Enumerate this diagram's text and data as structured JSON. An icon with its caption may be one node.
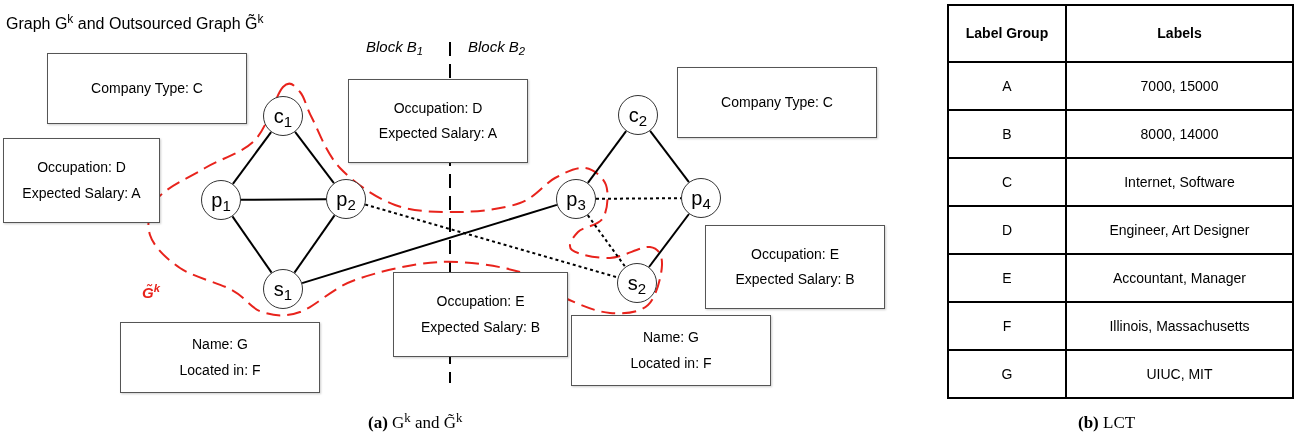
{
  "diagram": {
    "title": "Graph G$^{k}$ and Outsourced Graph G̃$^{k}$",
    "nodes": [
      {
        "text": [
          "Company Type: C"
        ]
      },
      {
        "text": [
          "Occupation: D",
          "Expected Salary: A"
        ]
      },
      {
        "text": [
          "c$_{1}$"
        ]
      },
      {
        "text": [
          "p$_{1}$"
        ]
      },
      {
        "text": [
          "p$_{2}$"
        ]
      },
      {
        "text": [
          "s$_{1}$"
        ]
      },
      {
        "text": [
          "Name: G",
          "Located in: F"
        ]
      },
      {
        "text": [
          "Occupation: D",
          "Expected Salary: A"
        ]
      },
      {
        "text": [
          "Occupation: E",
          "Expected Salary: B"
        ]
      },
      {
        "text": [
          "c$_{2}$"
        ]
      },
      {
        "text": [
          "p$_{3}$"
        ]
      },
      {
        "text": [
          "p$_{4}$"
        ]
      },
      {
        "text": [
          "s$_{2}$"
        ]
      },
      {
        "text": [
          "Company Type: C"
        ]
      },
      {
        "text": [
          "Occupation: E",
          "Expected Salary: B"
        ]
      },
      {
        "text": [
          "Name: G",
          "Located in: F"
        ]
      }
    ],
    "edges": [
      {
        "from": 2,
        "to": 3,
        "arrow": "none"
      },
      {
        "from": 2,
        "to": 4,
        "arrow": "none"
      },
      {
        "from": 3,
        "to": 4,
        "arrow": "none"
      },
      {
        "from": 3,
        "to": 5,
        "arrow": "none"
      },
      {
        "from": 4,
        "to": 5,
        "arrow": "none"
      },
      {
        "from": 5,
        "to": 10,
        "arrow": "none"
      },
      {
        "from": 4,
        "to": 12,
        "arrow": "none",
        "style": "dashed"
      },
      {
        "from": 9,
        "to": 10,
        "arrow": "none"
      },
      {
        "from": 9,
        "to": 11,
        "arrow": "none"
      },
      {
        "from": 10,
        "to": 11,
        "arrow": "none",
        "style": "dashed"
      },
      {
        "from": 10,
        "to": 12,
        "arrow": "none",
        "style": "dashed"
      },
      {
        "from": 11,
        "to": 12,
        "arrow": "none"
      }
    ],
    "labels": [
      "Block B$_{1}$",
      "Block B$_{2}$",
      "G̃$^{k}$",
      "Label Group",
      "Labels",
      "A",
      "7000, 15000",
      "B",
      "8000, 14000",
      "C",
      "Internet, Software",
      "D",
      "Engineer, Art Designer",
      "E",
      "Accountant, Manager",
      "F",
      "Illinois, Massachusetts",
      "G",
      "UIUC, MIT",
      "**(a)** G$^{k}$ and G̃$^{k}$",
      "**(b)** LCT"
    ]
  }
}
